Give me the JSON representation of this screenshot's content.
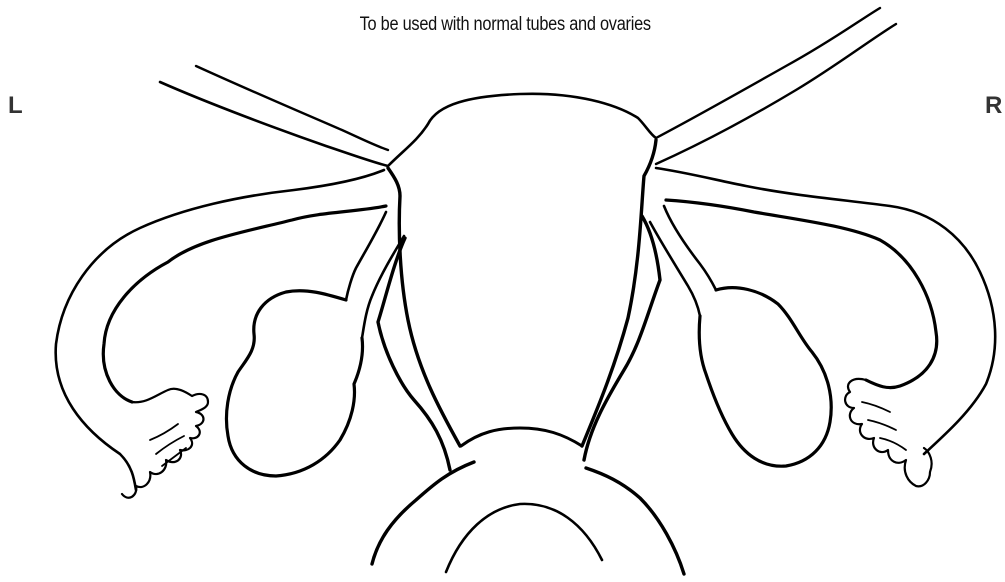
{
  "caption": "To be used with normal tubes and ovaries",
  "labels": {
    "left": "L",
    "right": "R"
  },
  "colors": {
    "stroke": "#000000",
    "label": "#333333",
    "background": "#ffffff"
  }
}
